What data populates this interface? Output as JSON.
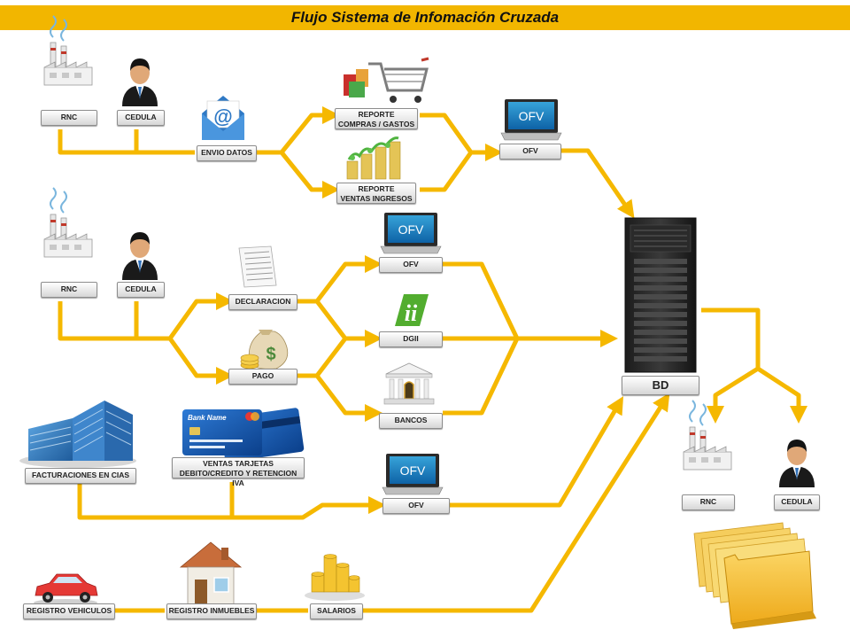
{
  "title": "Flujo Sistema de Infomación Cruzada",
  "colors": {
    "flow": "#f5b800",
    "title_bar": "#f2b600",
    "folder": "#f6c23a"
  },
  "labels": {
    "rnc_1": "RNC",
    "cedula_1": "CEDULA",
    "envio_datos": "ENVIO DATOS",
    "reporte_compras": "REPORTE\nCOMPRAS / GASTOS",
    "reporte_ventas": "REPORTE\nVENTAS INGRESOS",
    "ofv_1": "OFV",
    "rnc_2": "RNC",
    "cedula_2": "CEDULA",
    "declaracion": "DECLARACION",
    "pago": "PAGO",
    "ofv_2": "OFV",
    "dgii": "DGII",
    "bancos": "BANCOS",
    "bd": "BD",
    "facturaciones": "FACTURACIONES EN CIAS",
    "ventas_tarjetas": "VENTAS TARJETAS\nDEBITO/CREDITO Y RETENCION IVA",
    "ofv_3": "OFV",
    "rnc_3": "RNC",
    "cedula_3": "CEDULA",
    "registro_vehiculos": "REGISTRO VEHICULOS",
    "registro_inmuebles": "REGISTRO INMUEBLES",
    "salarios": "SALARIOS"
  },
  "screens": {
    "ofv_screen_text": "OFV",
    "bank_card_text": "Bank Name"
  },
  "icons": {
    "factory": "factory-icon",
    "person": "person-icon",
    "email": "email-icon",
    "cart": "shopping-cart-icon",
    "money_growth": "money-growth-icon",
    "laptop": "laptop-icon",
    "document": "document-icon",
    "money_bag": "money-bag-icon",
    "dgii_logo": "dgii-logo-icon",
    "bank": "bank-building-icon",
    "server": "server-icon",
    "office": "office-building-icon",
    "credit_cards": "credit-cards-icon",
    "car": "car-icon",
    "house": "house-icon",
    "coins": "coins-icon",
    "folders": "folders-icon"
  }
}
